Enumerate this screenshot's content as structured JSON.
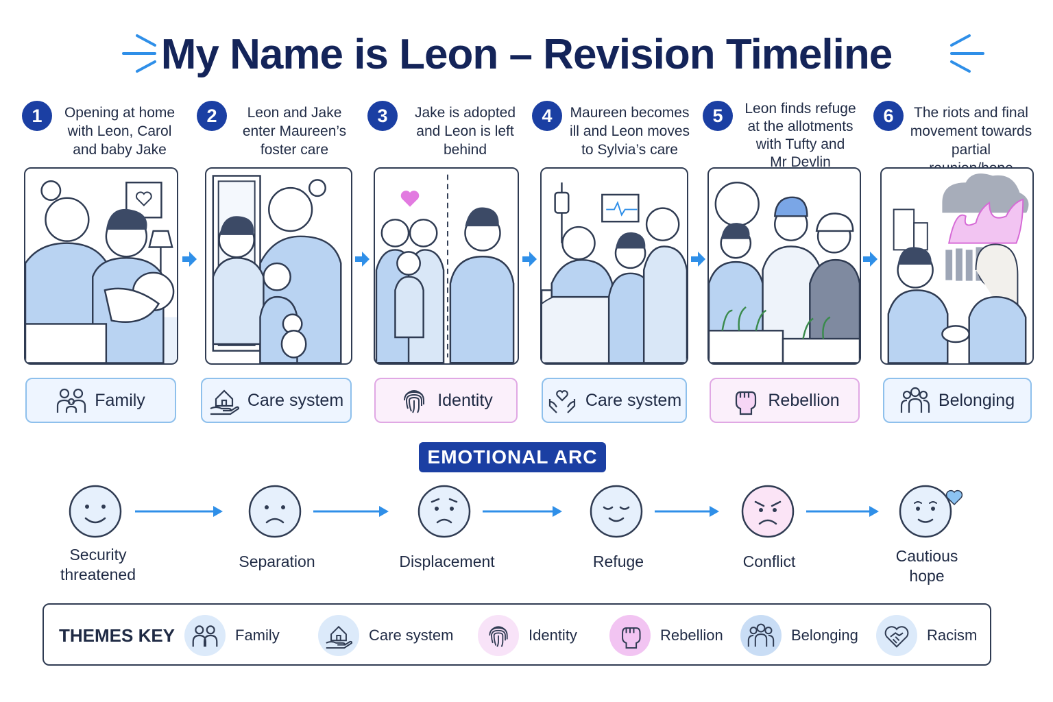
{
  "title": "My Name is Leon – Revision Timeline",
  "steps": [
    {
      "num": "1",
      "caption": "Opening at home\nwith Leon, Carol\nand baby Jake",
      "theme": "Family"
    },
    {
      "num": "2",
      "caption": "Leon and Jake\nenter Maureen’s\nfoster care",
      "theme": "Care system"
    },
    {
      "num": "3",
      "caption": "Jake is adopted\nand Leon is left\nbehind",
      "theme": "Identity"
    },
    {
      "num": "4",
      "caption": "Maureen becomes\nill and Leon moves\nto Sylvia’s care",
      "theme": "Care system"
    },
    {
      "num": "5",
      "caption": "Leon finds refuge\nat the allotments\nwith Tufty and\nMr Devlin",
      "theme": "Rebellion"
    },
    {
      "num": "6",
      "caption": "The riots and final\nmovement towards\npartial reunion/hope",
      "theme": "Belonging"
    }
  ],
  "arc": {
    "heading": "EMOTIONAL ARC",
    "stages": [
      "Security\nthreatened",
      "Separation",
      "Displacement",
      "Refuge",
      "Conflict",
      "Cautious\nhope"
    ]
  },
  "key": {
    "heading": "THEMES KEY",
    "items": [
      "Family",
      "Care system",
      "Identity",
      "Rebellion",
      "Belonging",
      "Racism"
    ]
  },
  "colors": {
    "navy": "#142459",
    "accent": "#1b3fa3",
    "arrow": "#2f8fe8",
    "tag_blue": "#eef5ff",
    "tag_pink": "#fbf0fb"
  }
}
